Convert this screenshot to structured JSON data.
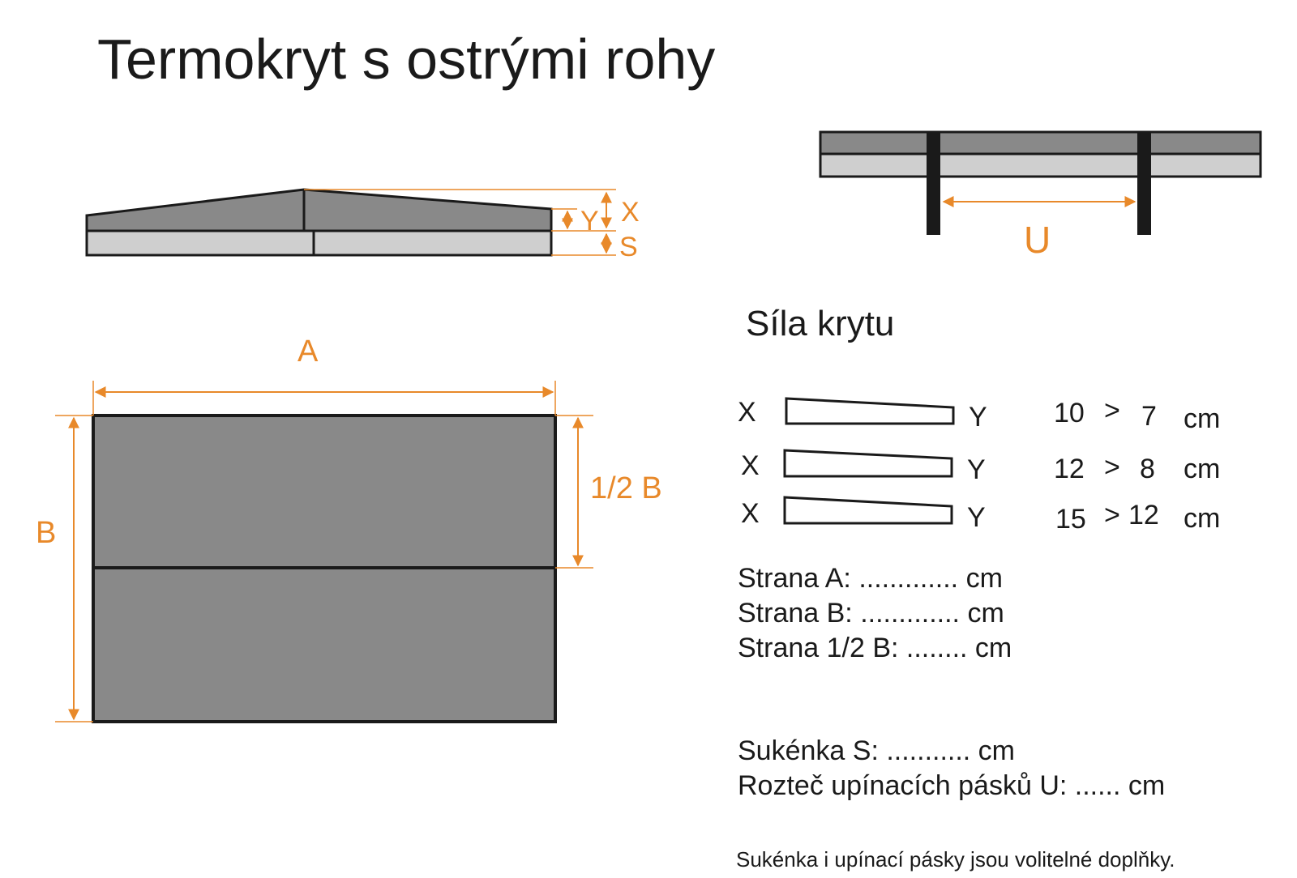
{
  "title": "Termokryt s ostrými rohy",
  "colors": {
    "accent": "#e8892a",
    "dark_fill": "#898989",
    "light_fill": "#cfcfcf",
    "outline": "#1a1a1a"
  },
  "side_view": {
    "label_x": "X",
    "label_y": "Y",
    "label_s": "S"
  },
  "strap_view": {
    "label_u": "U"
  },
  "top_view": {
    "label_a": "A",
    "label_b": "B",
    "label_half_b": "1/2 B"
  },
  "thickness": {
    "heading": "Síla krytu",
    "rows": [
      {
        "x": "X",
        "y": "Y",
        "x_value": "10",
        "sign": ">",
        "y_value": "7",
        "unit": "cm"
      },
      {
        "x": "X",
        "y": "Y",
        "x_value": "12",
        "sign": ">",
        "y_value": "8",
        "unit": "cm"
      },
      {
        "x": "X",
        "y": "Y",
        "x_value": "15",
        "sign": ">",
        "y_value": "12",
        "unit": "cm"
      }
    ]
  },
  "fields": {
    "side_a": "Strana A: ............. cm",
    "side_b": "Strana B: ............. cm",
    "side_half_b": "Strana 1/2 B: ........ cm",
    "skirt_s": "Sukénka S: ........... cm",
    "strap_spacing_u": "Rozteč upínacích pásků U: ...... cm"
  },
  "note": "Sukénka i upínací pásky jsou volitelné doplňky."
}
